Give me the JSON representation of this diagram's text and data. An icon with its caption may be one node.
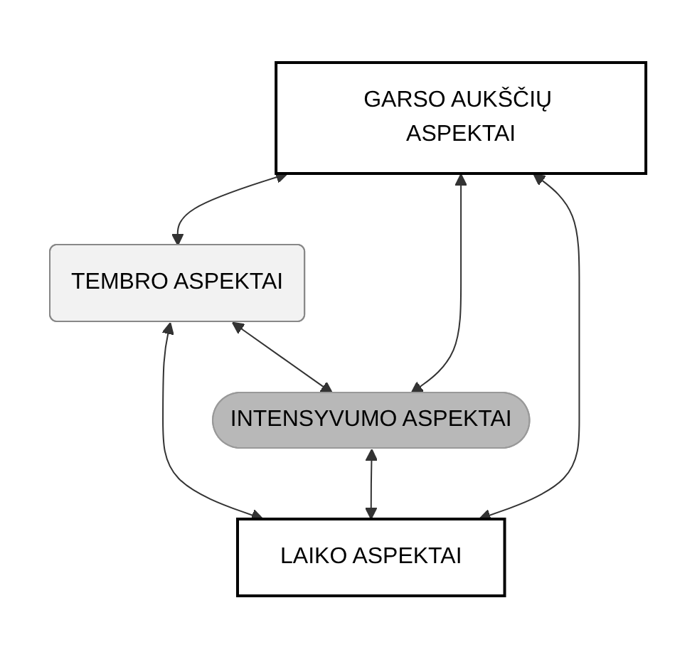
{
  "diagram": {
    "nodes": [
      {
        "text": [
          "GARSO AUKŠČIŲ ASPEKTAI"
        ]
      },
      {
        "text": [
          "TEMBRO ASPEKTAI"
        ]
      },
      {
        "text": [
          "INTENSYVUMO ASPEKTAI"
        ]
      },
      {
        "text": [
          "LAIKO ASPEKTAI"
        ]
      }
    ],
    "edges": [
      {
        "from": 0,
        "to": 1,
        "arrow": "both"
      },
      {
        "from": 1,
        "to": 2,
        "arrow": "both"
      },
      {
        "from": 1,
        "to": 3,
        "arrow": "both"
      },
      {
        "from": 0,
        "to": 2,
        "arrow": "both"
      },
      {
        "from": 2,
        "to": 3,
        "arrow": "both"
      },
      {
        "from": 0,
        "to": 3,
        "arrow": "both"
      }
    ]
  }
}
